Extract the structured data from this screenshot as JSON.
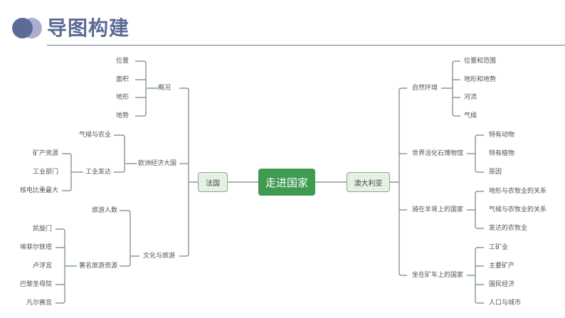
{
  "header": {
    "title": "导图构建",
    "accent_color": "#5b6a96",
    "accent_light": "#aaaed0"
  },
  "mindmap": {
    "root": "走进国家",
    "root_color": "#3f9a52",
    "line_color": "#6f8a72",
    "left": {
      "label": "法国",
      "branches": [
        {
          "label": "概况",
          "children": [
            "位置",
            "面积",
            "地形",
            "地势"
          ]
        },
        {
          "label": "欧洲经济大国",
          "children": [
            {
              "label": "气候与农业"
            },
            {
              "label": "工业发达",
              "children": [
                "矿产资源",
                "工业部门",
                "核电比重最大"
              ]
            }
          ]
        },
        {
          "label": "文化与旅游",
          "children": [
            {
              "label": "旅游人数"
            },
            {
              "label": "著名旅游资源",
              "children": [
                "凯旋门",
                "埃菲尔铁塔",
                "卢浮宫",
                "巴黎圣母院",
                "凡尔赛宫"
              ]
            }
          ]
        }
      ]
    },
    "right": {
      "label": "澳大利亚",
      "branches": [
        {
          "label": "自然环境",
          "children": [
            "位置和范围",
            "地形和地势",
            "河流",
            "气候"
          ]
        },
        {
          "label": "世界活化石博物馆",
          "children": [
            "特有动物",
            "特有植物",
            "原因"
          ]
        },
        {
          "label": "骑在羊背上的国家",
          "children": [
            "地形与农牧业的关系",
            "气候与农牧业的关系",
            "发达的农牧业"
          ]
        },
        {
          "label": "坐在矿车上的国家",
          "children": [
            "工矿业",
            "主要矿产",
            "国民经济",
            "人口与城市"
          ]
        }
      ]
    }
  }
}
